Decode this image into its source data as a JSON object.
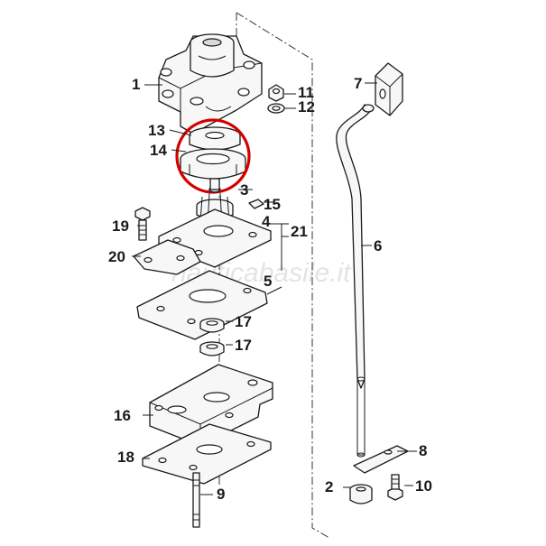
{
  "watermark": "nauticabasile.it",
  "callouts": [
    {
      "id": "1",
      "label": "1"
    },
    {
      "id": "2",
      "label": "2"
    },
    {
      "id": "3",
      "label": "3"
    },
    {
      "id": "4",
      "label": "4"
    },
    {
      "id": "5",
      "label": "5"
    },
    {
      "id": "6",
      "label": "6"
    },
    {
      "id": "7",
      "label": "7"
    },
    {
      "id": "8",
      "label": "8"
    },
    {
      "id": "9",
      "label": "9"
    },
    {
      "id": "10",
      "label": "10"
    },
    {
      "id": "11",
      "label": "11"
    },
    {
      "id": "12",
      "label": "12"
    },
    {
      "id": "13",
      "label": "13"
    },
    {
      "id": "14",
      "label": "14"
    },
    {
      "id": "15",
      "label": "15"
    },
    {
      "id": "16",
      "label": "16"
    },
    {
      "id": "17a",
      "label": "17"
    },
    {
      "id": "17b",
      "label": "17"
    },
    {
      "id": "18",
      "label": "18"
    },
    {
      "id": "19",
      "label": "19"
    },
    {
      "id": "20",
      "label": "20"
    },
    {
      "id": "21",
      "label": "21"
    }
  ],
  "highlight": {
    "color": "#d40000"
  }
}
